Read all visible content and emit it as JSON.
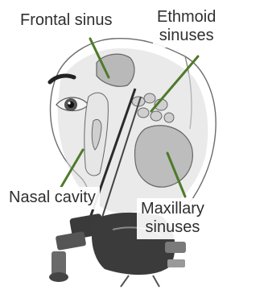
{
  "labels": {
    "frontal": "Frontal sinus",
    "ethmoid_line1": "Ethmoid",
    "ethmoid_line2": "sinuses",
    "nasal": "Nasal cavity",
    "maxillary_line1": "Maxillary",
    "maxillary_line2": "sinuses"
  },
  "colors": {
    "arrow": "#4f7a2a",
    "label_text": "#2f2f2f",
    "sketch": "#6b6b6b",
    "shading": "#c9c9c9"
  }
}
